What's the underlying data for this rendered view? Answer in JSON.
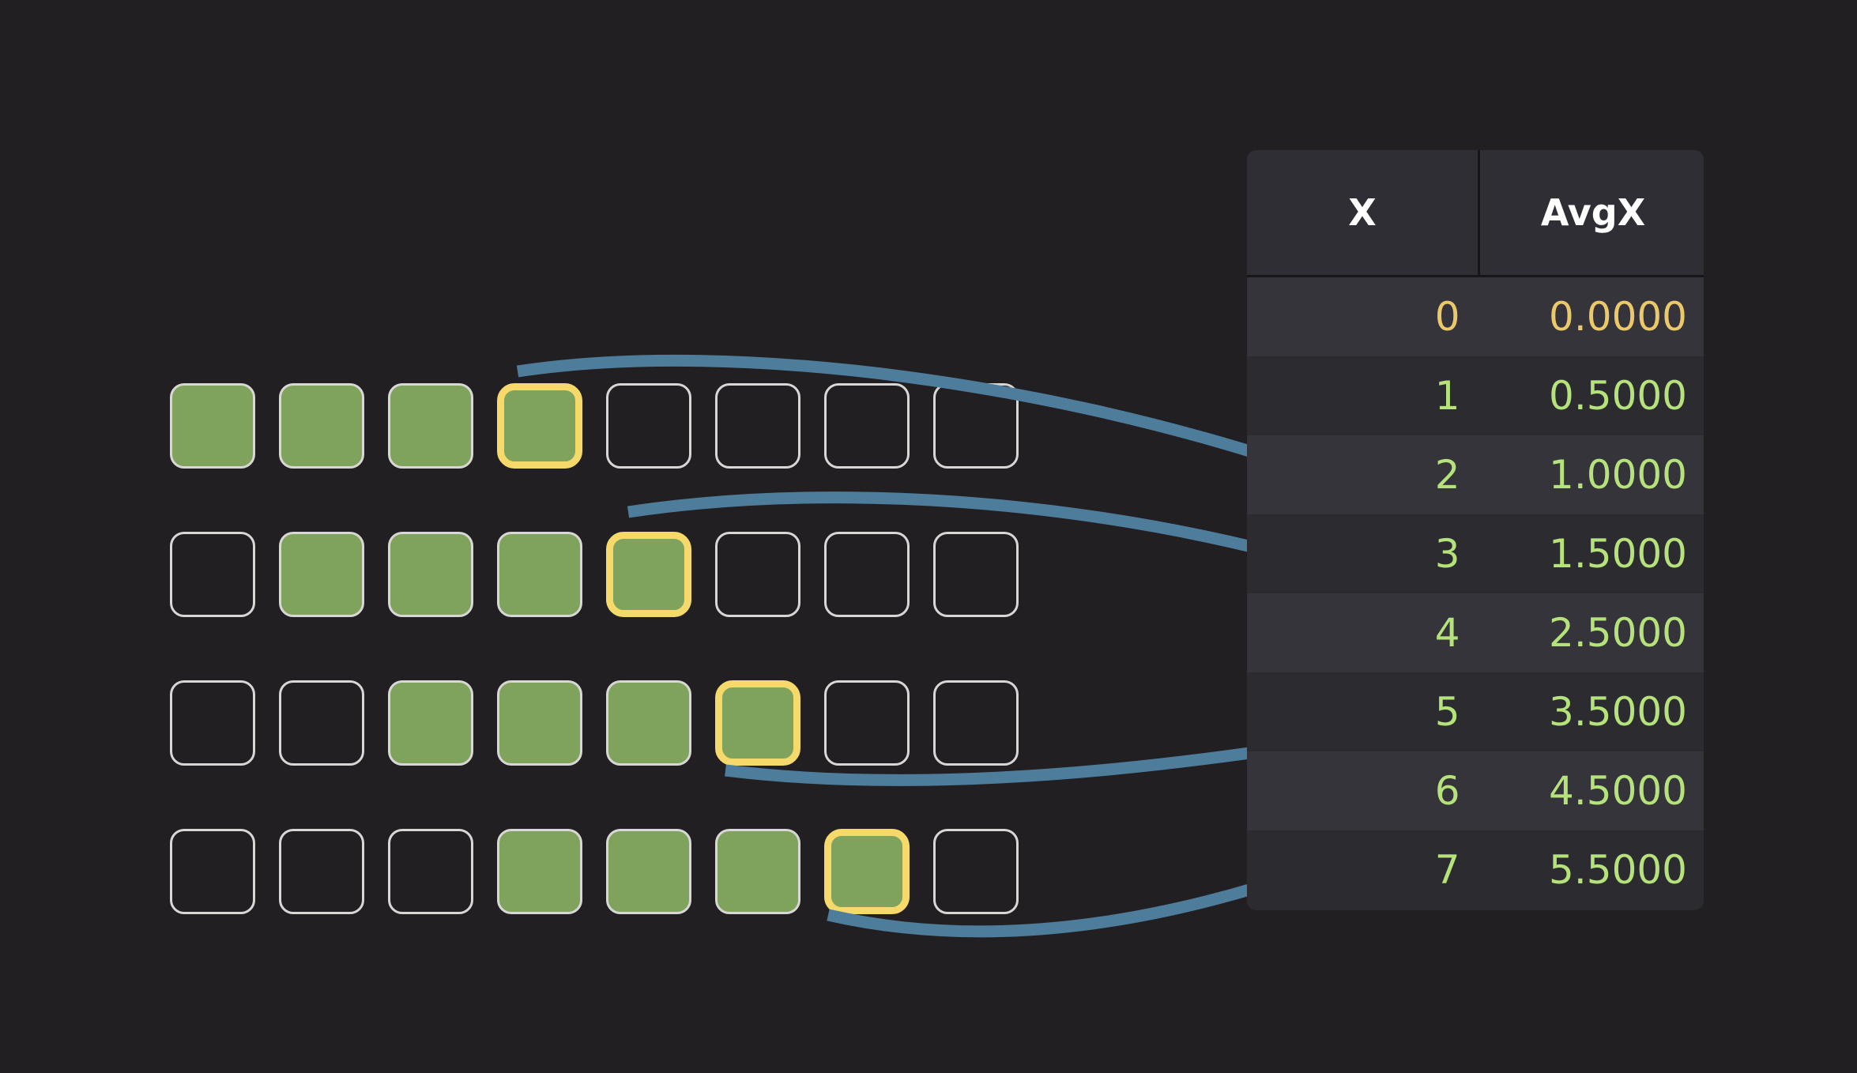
{
  "background_color": "#211f22",
  "colors": {
    "cell_fill": "#7fa35c",
    "cell_border": "#d9d7d6",
    "highlight_border": "#f5d96b",
    "arrow": "#4e7d9b",
    "value_amber": "#ebc96a",
    "value_green": "#b5e27b",
    "table_header_bg": "#2f2e34",
    "row_odd_bg": "#35343a",
    "row_even_bg": "#2b2b30"
  },
  "grid": {
    "columns": 8,
    "rows": [
      {
        "index": 0,
        "filled": [
          0,
          1,
          2,
          3
        ],
        "highlight": 3
      },
      {
        "index": 1,
        "filled": [
          1,
          2,
          3,
          4
        ],
        "highlight": 4
      },
      {
        "index": 2,
        "filled": [
          2,
          3,
          4,
          5
        ],
        "highlight": 5
      },
      {
        "index": 3,
        "filled": [
          3,
          4,
          5,
          6
        ],
        "highlight": 6
      }
    ]
  },
  "table": {
    "headers": [
      "X",
      "AvgX"
    ],
    "rows": [
      {
        "x": "0",
        "avgx": "0.0000",
        "tone": "amber"
      },
      {
        "x": "1",
        "avgx": "0.5000",
        "tone": "green"
      },
      {
        "x": "2",
        "avgx": "1.0000",
        "tone": "green"
      },
      {
        "x": "3",
        "avgx": "1.5000",
        "tone": "green"
      },
      {
        "x": "4",
        "avgx": "2.5000",
        "tone": "green"
      },
      {
        "x": "5",
        "avgx": "3.5000",
        "tone": "green"
      },
      {
        "x": "6",
        "avgx": "4.5000",
        "tone": "green"
      },
      {
        "x": "7",
        "avgx": "5.5000",
        "tone": "green"
      }
    ]
  },
  "arrows": [
    {
      "from_row": 0,
      "to_table_row": 3
    },
    {
      "from_row": 1,
      "to_table_row": 4
    },
    {
      "from_row": 2,
      "to_table_row": 5
    },
    {
      "from_row": 3,
      "to_table_row": 6
    }
  ]
}
